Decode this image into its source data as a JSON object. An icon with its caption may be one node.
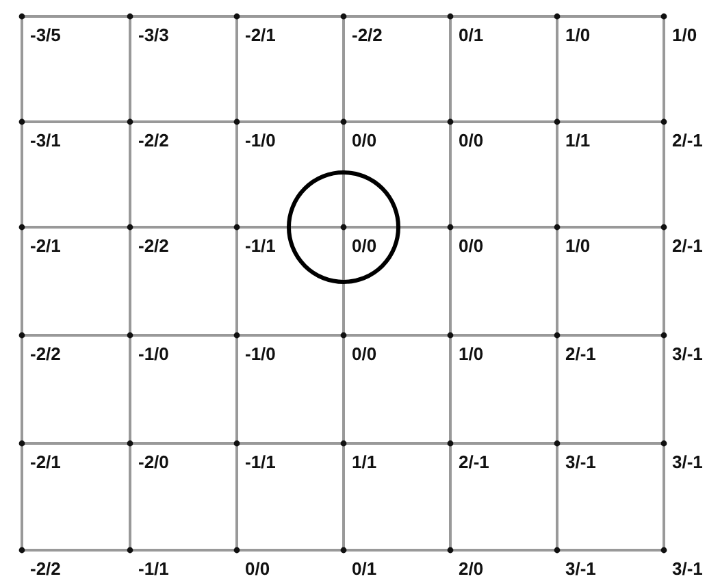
{
  "diagram": {
    "labels": [
      "-3/5",
      "-3/3",
      "-2/1",
      "-2/2",
      "0/1",
      "1/0",
      "1/0",
      "-3/1",
      "-2/2",
      "-1/0",
      "0/0",
      "0/0",
      "1/1",
      "2/-1",
      "-2/1",
      "-2/2",
      "-1/1",
      "0/0",
      "0/0",
      "1/0",
      "2/-1",
      "-2/2",
      "-1/0",
      "-1/0",
      "0/0",
      "1/0",
      "2/-1",
      "3/-1",
      "-2/1",
      "-2/0",
      "-1/1",
      "1/1",
      "2/-1",
      "3/-1",
      "3/-1",
      "-2/2",
      "-1/1",
      "0/0",
      "0/1",
      "2/0",
      "3/-1",
      "3/-1"
    ]
  }
}
